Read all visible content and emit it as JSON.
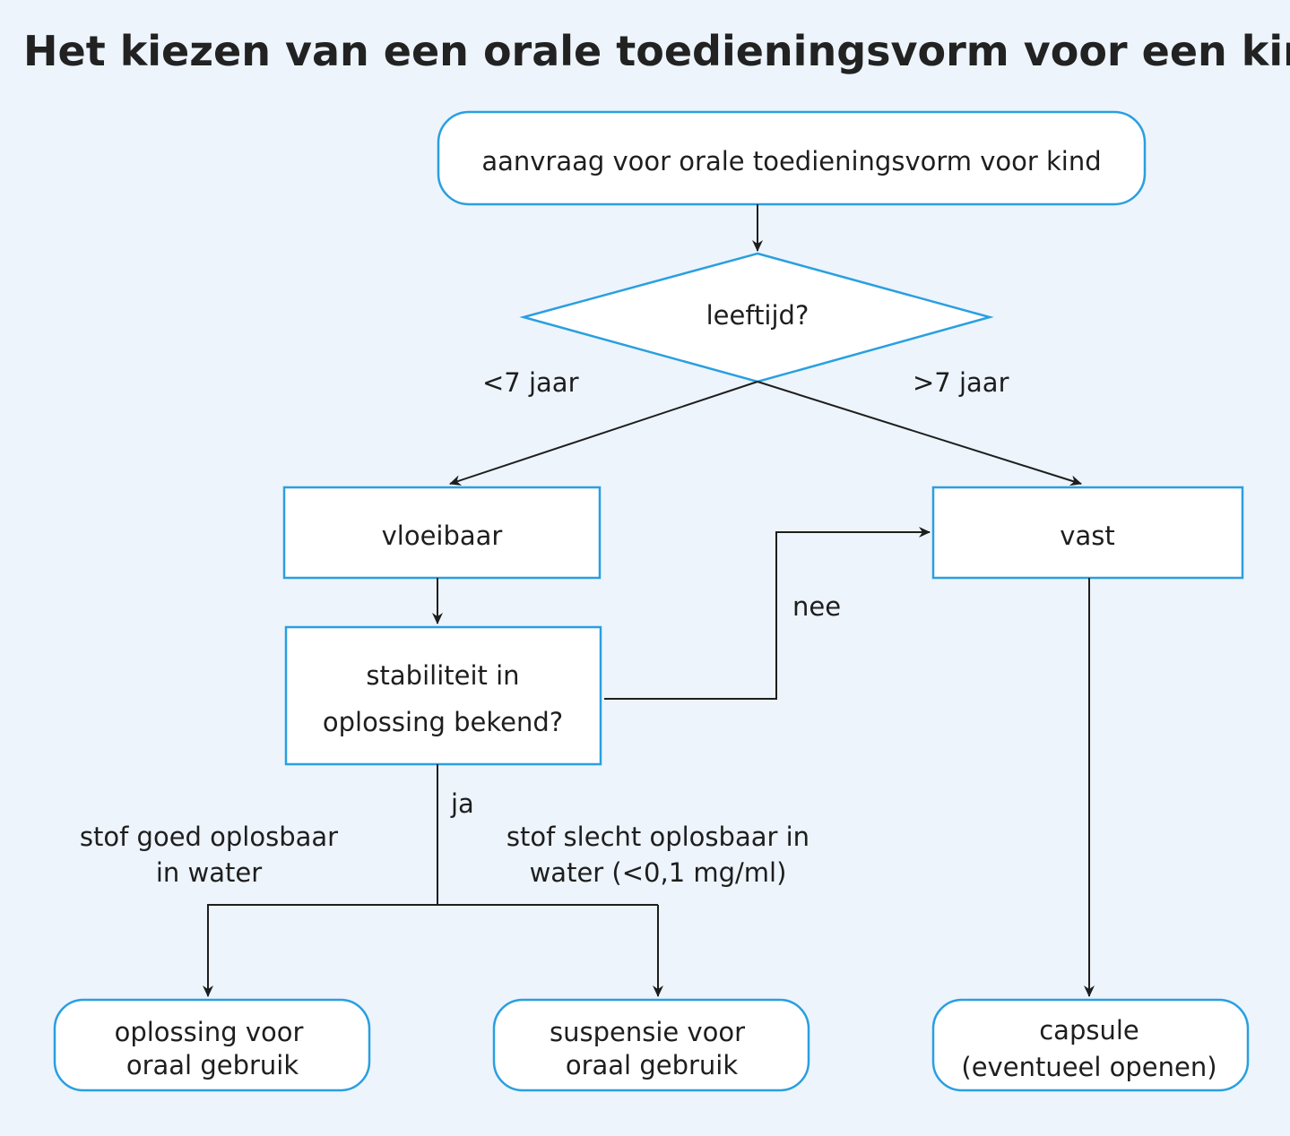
{
  "title": "Het kiezen van een orale toedieningsvorm voor een kind",
  "nodes": {
    "start": "aanvraag voor orale toedieningsvorm voor kind",
    "decision_age": "leeftijd?",
    "liquid": "vloeibaar",
    "solid": "vast",
    "stability_line1": "stabiliteit in",
    "stability_line2": "oplossing bekend?",
    "solution_line1": "oplossing voor",
    "solution_line2": "oraal gebruik",
    "suspension_line1": "suspensie voor",
    "suspension_line2": "oraal gebruik",
    "capsule_line1": "capsule",
    "capsule_line2": "(eventueel openen)"
  },
  "edge_labels": {
    "under7": "<7 jaar",
    "over7": ">7 jaar",
    "no": "nee",
    "yes": "ja",
    "soluble_line1": "stof goed oplosbaar",
    "soluble_line2": "in water",
    "poorly_soluble_line1": "stof slecht oplosbaar in",
    "poorly_soluble_line2": "water (<0,1 mg/ml)"
  },
  "colors": {
    "border": "#2a9fe0",
    "background": "#edf4fc"
  }
}
